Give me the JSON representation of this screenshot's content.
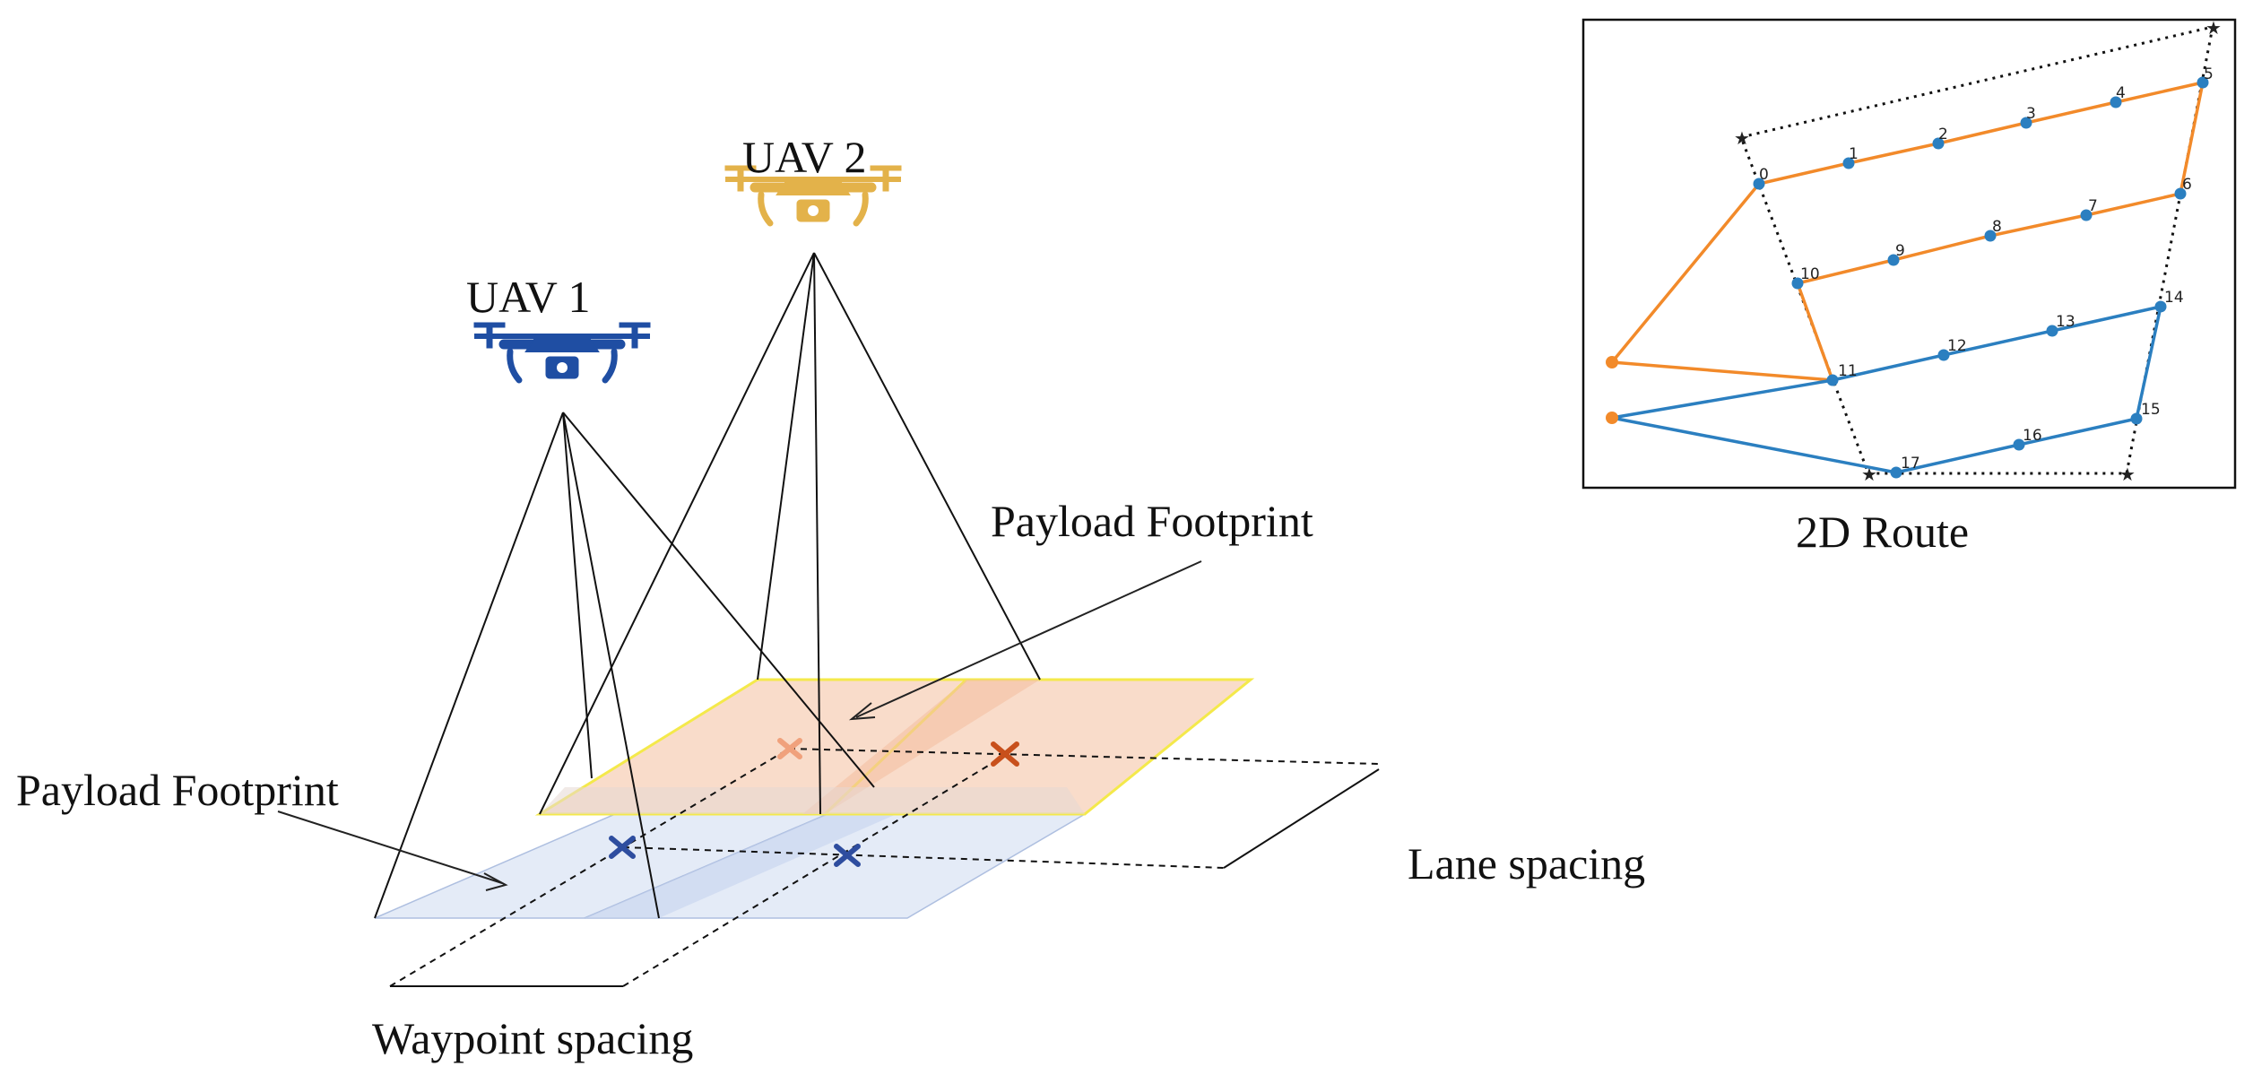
{
  "labels": {
    "uav1": "UAV 1",
    "uav2": "UAV 2",
    "payload_footprint_left": "Payload Footprint",
    "payload_footprint_right": "Payload Footprint",
    "lane_spacing": "Lane spacing",
    "waypoint_spacing": "Waypoint spacing",
    "route_caption": "2D Route"
  },
  "colors": {
    "uav1": "#1f4ea3",
    "uav2": "#e3b24a",
    "footprint_blue": "#dbe4f4",
    "footprint_orange": "#f8d3bd",
    "footprint_outline": "#f4e94b",
    "waypoint_blue": "#2e4d9f",
    "waypoint_orange_light": "#f0a17c",
    "waypoint_orange_dark": "#c8501c",
    "route_orange": "#f28a2a",
    "route_blue": "#2b7fc0",
    "boundary": "#111111"
  },
  "icons": {
    "uav1": "drone-icon",
    "uav2": "drone-icon"
  },
  "route": {
    "waypoints": [
      {
        "id": "0",
        "label": "0"
      },
      {
        "id": "1",
        "label": "1"
      },
      {
        "id": "2",
        "label": "2"
      },
      {
        "id": "3",
        "label": "3"
      },
      {
        "id": "4",
        "label": "4"
      },
      {
        "id": "5",
        "label": "5"
      },
      {
        "id": "6",
        "label": "6"
      },
      {
        "id": "7",
        "label": "7"
      },
      {
        "id": "8",
        "label": "8"
      },
      {
        "id": "9",
        "label": "9"
      },
      {
        "id": "10",
        "label": "10"
      },
      {
        "id": "11",
        "label": "11"
      },
      {
        "id": "12",
        "label": "12"
      },
      {
        "id": "13",
        "label": "13"
      },
      {
        "id": "14",
        "label": "14"
      },
      {
        "id": "15",
        "label": "15"
      },
      {
        "id": "16",
        "label": "16"
      },
      {
        "id": "17",
        "label": "17"
      }
    ]
  }
}
